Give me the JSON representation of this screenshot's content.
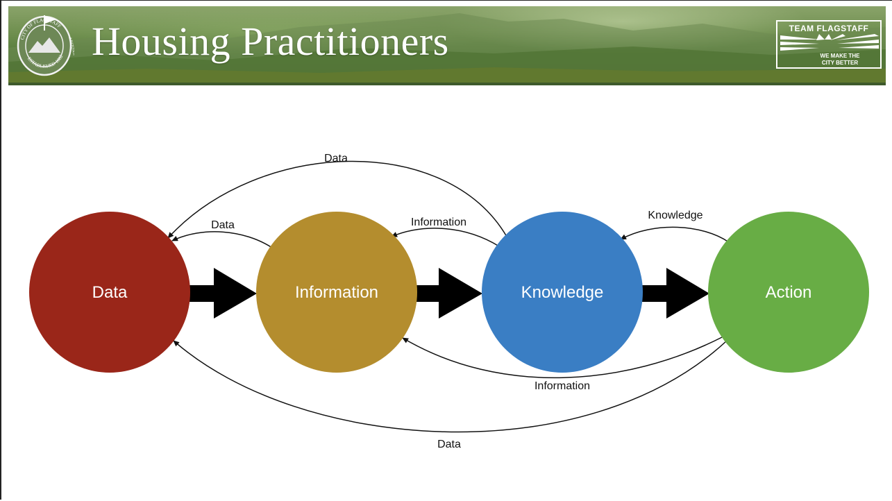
{
  "header": {
    "title": "Housing Practitioners",
    "seal": {
      "top_text": "CITY OF FLAGSTAFF",
      "side_text": "ARIZONA",
      "bottom_text": "ESTABLISHED 1882"
    },
    "logo": {
      "top_text": "TEAM FLAGSTAFF",
      "line1": "WE MAKE THE",
      "line2": "CITY BETTER"
    }
  },
  "diagram": {
    "nodes": [
      {
        "label": "Data",
        "color": "#9a2619"
      },
      {
        "label": "Information",
        "color": "#b48d2e"
      },
      {
        "label": "Knowledge",
        "color": "#3a7ec4"
      },
      {
        "label": "Action",
        "color": "#68ad45"
      }
    ],
    "edges": {
      "knowledge_to_data": "Data",
      "information_to_data": "Data",
      "knowledge_to_information": "Information",
      "action_to_knowledge": "Knowledge",
      "action_to_information": "Information",
      "action_to_data": "Data"
    }
  }
}
